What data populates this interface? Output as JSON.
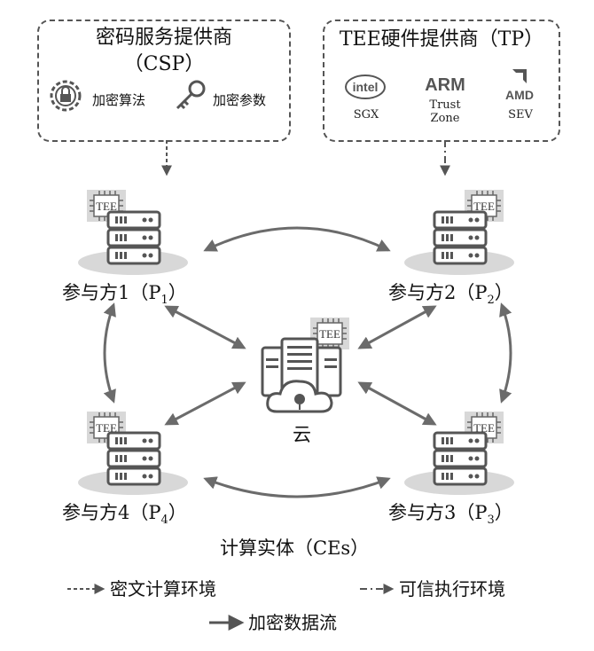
{
  "csp": {
    "title_line1": "密码服务提供商",
    "title_line2": "（CSP）",
    "items": [
      {
        "label": "加密算法",
        "icon": "lock-gear-icon"
      },
      {
        "label": "加密参数",
        "icon": "key-icon"
      }
    ]
  },
  "tp": {
    "title": "TEE硬件提供商（TP）",
    "vendors": [
      {
        "logo": "intel",
        "name": "SGX"
      },
      {
        "logo": "ARM",
        "name_line1": "Trust",
        "name_line2": "Zone"
      },
      {
        "logo": "AMD",
        "name": "SEV"
      }
    ]
  },
  "ce": {
    "title": "计算实体（CEs）",
    "chip_label": "TEE",
    "cloud_label": "云",
    "participants": [
      {
        "name": "参与方1（P",
        "sub": "1",
        "close": "）"
      },
      {
        "name": "参与方2（P",
        "sub": "2",
        "close": "）"
      },
      {
        "name": "参与方3（P",
        "sub": "3",
        "close": "）"
      },
      {
        "name": "参与方4（P",
        "sub": "4",
        "close": "）"
      }
    ]
  },
  "legend": {
    "cipher_env": "密文计算环境",
    "trusted_env": "可信执行环境",
    "data_flow": "加密数据流"
  },
  "colors": {
    "border": "#555555",
    "arrow": "#6b6b6b",
    "tile": "#e6e6e6",
    "server": "#555555"
  }
}
